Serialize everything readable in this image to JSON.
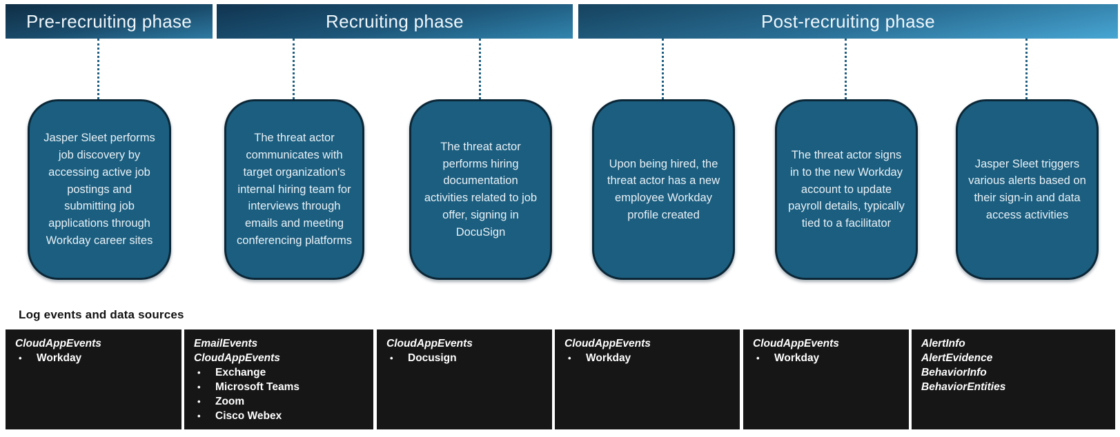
{
  "colors": {
    "header_gradient_dark": "#0f2e45",
    "header_gradient_light": "#47a6d3",
    "box_fill": "#1b5e7f",
    "box_border": "#0b2737",
    "box_text": "#e9f1f7",
    "connector_dotted": "#1e5d80",
    "table_cell_background": "#161616",
    "table_text": "#ffffff"
  },
  "phases": [
    {
      "label": "Pre-recruiting phase"
    },
    {
      "label": "Recruiting phase"
    },
    {
      "label": "Post-recruiting phase"
    }
  ],
  "steps": [
    {
      "text": "Jasper Sleet performs job discovery by accessing active job postings and submitting job applications through Workday career sites"
    },
    {
      "text": "The threat actor communicates with target organization's internal hiring team for interviews through emails and meeting conferencing platforms"
    },
    {
      "text": "The threat actor performs hiring documentation activities related to job offer, signing in DocuSign"
    },
    {
      "text": "Upon being hired, the threat actor has a new employee Workday profile created"
    },
    {
      "text": "The threat actor signs in to the new Workday account to update payroll details, typically tied to a facilitator"
    },
    {
      "text": "Jasper Sleet triggers various alerts based on their sign-in and data access activities"
    }
  ],
  "logs": {
    "title": "Log events and data sources",
    "columns": [
      {
        "entries": [
          {
            "table": "CloudAppEvents",
            "items": [
              "Workday"
            ]
          }
        ]
      },
      {
        "entries": [
          {
            "table": "EmailEvents",
            "items": []
          },
          {
            "table": "CloudAppEvents",
            "items": [
              "Exchange",
              "Microsoft Teams",
              "Zoom",
              "Cisco Webex"
            ]
          }
        ]
      },
      {
        "entries": [
          {
            "table": "CloudAppEvents",
            "items": [
              "Docusign"
            ]
          }
        ]
      },
      {
        "entries": [
          {
            "table": "CloudAppEvents",
            "items": [
              "Workday"
            ]
          }
        ]
      },
      {
        "entries": [
          {
            "table": "CloudAppEvents",
            "items": [
              "Workday"
            ]
          }
        ]
      },
      {
        "entries": [
          {
            "table": "AlertInfo",
            "items": []
          },
          {
            "table": "AlertEvidence",
            "items": []
          },
          {
            "table": "BehaviorInfo",
            "items": []
          },
          {
            "table": "BehaviorEntities",
            "items": []
          }
        ]
      }
    ]
  }
}
